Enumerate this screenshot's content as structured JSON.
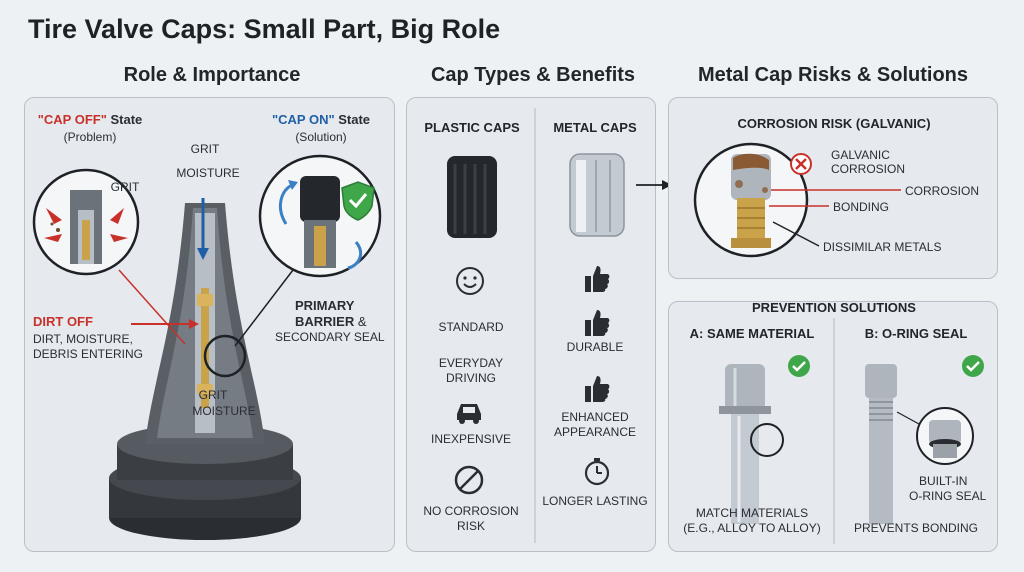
{
  "title": "Tire Valve Caps: Small Part, Big Role",
  "col1": {
    "heading": "Role & Importance",
    "cap_off_quote": "\"CAP OFF\"",
    "cap_off_state": " State",
    "cap_off_sub": "(Problem)",
    "cap_on_quote": "\"CAP ON\"",
    "cap_on_state": " State",
    "cap_on_sub": "(Solution)",
    "grit_top": "GRIT",
    "moisture_top": "MOISTURE",
    "grit_left": "GRIT",
    "grit_mid": "GRIT",
    "moisture_mid": "MOISTURE",
    "dirt_off": "DIRT OFF",
    "dirt_off_desc_1": "DIRT, MOISTURE,",
    "dirt_off_desc_2": "DEBRIS ENTERING",
    "primary_1": "PRIMARY",
    "primary_2": "BARRIER",
    "primary_amp": " &",
    "secondary": "SECONDARY SEAL"
  },
  "col2": {
    "heading": "Cap Types & Benefits",
    "plastic_label": "PLASTIC CAPS",
    "metal_label": "METAL CAPS",
    "plastic_benefits": [
      "STANDARD",
      "EVERYDAY DRIVING",
      "INEXPENSIVE",
      "NO CORROSION RISK"
    ],
    "metal_benefits": [
      "DURABLE",
      "ENHANCED APPEARANCE",
      "LONGER LASTING"
    ]
  },
  "col3": {
    "heading": "Metal Cap Risks & Solutions",
    "corrosion_title": "CORROSION RISK (GALVANIC)",
    "galvanic_1": "GALVANIC",
    "galvanic_2": "CORROSION",
    "corrosion": "CORROSION",
    "bonding": "BONDING",
    "dissimilar": "DISSIMILAR METALS",
    "prevention_title": "PREVENTION SOLUTIONS",
    "option_a": "A: SAME MATERIAL",
    "option_b": "B: O-RING SEAL",
    "match_1": "MATCH MATERIALS",
    "match_2": "(E.G., ALLOY TO ALLOY)",
    "builtin_1": "BUILT-IN",
    "builtin_2": "O-RING SEAL",
    "prevents": "PREVENTS BONDING"
  },
  "colors": {
    "red": "#c8312a",
    "blue": "#1f5fa8",
    "green": "#3fa64a",
    "brass": "#c9a24a"
  }
}
